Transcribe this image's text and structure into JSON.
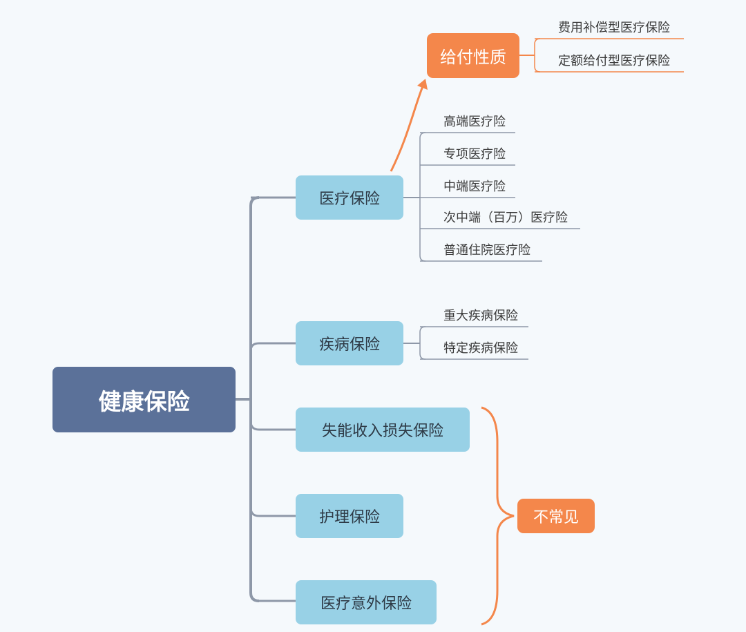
{
  "root": {
    "label": "健康保险"
  },
  "branches": [
    {
      "label": "医疗保险",
      "subtypes": [
        "高端医疗险",
        "专项医疗险",
        "中端医疗险",
        "次中端（百万）医疗险",
        "普通住院医疗险"
      ],
      "payment_nature": {
        "label": "给付性质",
        "items": [
          "费用补偿型医疗保险",
          "定额给付型医疗保险"
        ]
      }
    },
    {
      "label": "疾病保险",
      "subtypes": [
        "重大疾病保险",
        "特定疾病保险"
      ]
    },
    {
      "label": "失能收入损失保险"
    },
    {
      "label": "护理保险"
    },
    {
      "label": "医疗意外保险"
    }
  ],
  "uncommon_label": "不常见",
  "colors": {
    "root": "#5b7199",
    "branch": "#98d1e6",
    "accent": "#f4874b",
    "connector": "#8e98a8"
  }
}
